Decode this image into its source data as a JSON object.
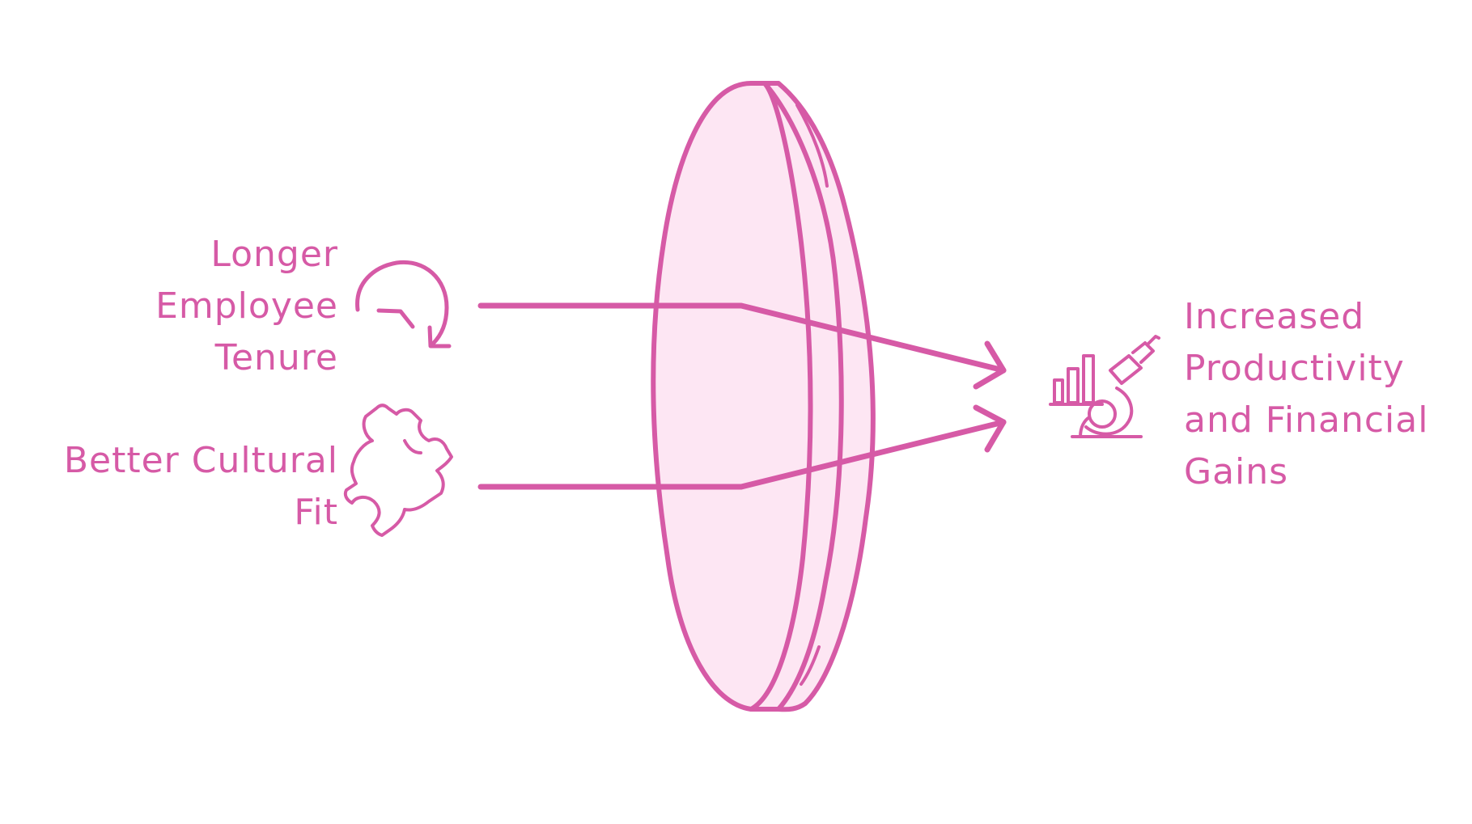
{
  "diagram": {
    "accent_color": "#d65aa6",
    "lens_fill": "#fde6f3",
    "inputs": [
      {
        "lines": [
          "Longer",
          "Employee",
          "Tenure"
        ],
        "icon": "refresh-arrow-icon"
      },
      {
        "lines": [
          "Better Cultural",
          "Fit"
        ],
        "icon": "puzzle-piece-icon"
      }
    ],
    "output": {
      "lines": [
        "Increased",
        "Productivity",
        "and Financial",
        "Gains"
      ],
      "icon": "productivity-microscope-chart-icon"
    }
  }
}
